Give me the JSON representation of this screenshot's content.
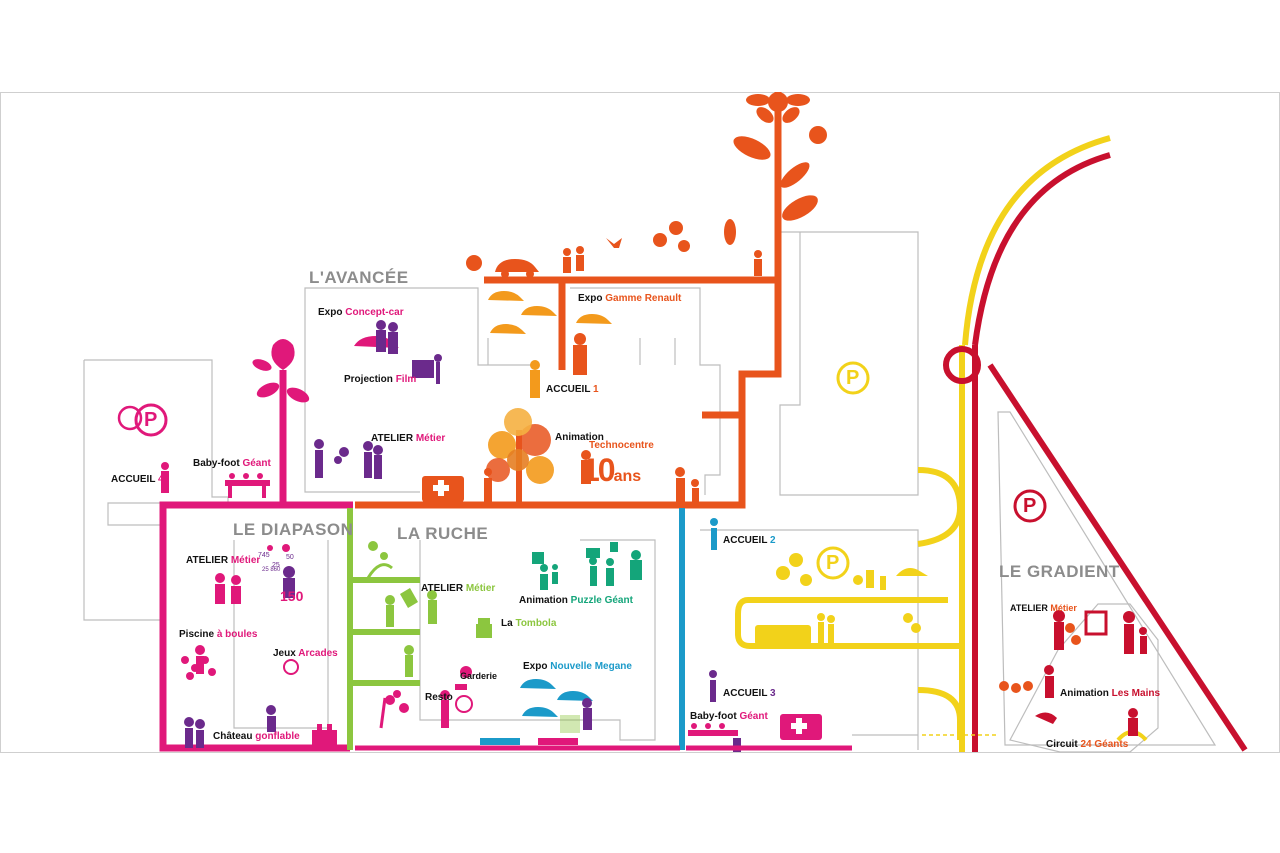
{
  "colors": {
    "orange": "#e8541c",
    "orange_light": "#f39a1c",
    "magenta": "#e0187a",
    "green": "#8cc63f",
    "blue": "#1b9ac9",
    "yellow": "#f2d21a",
    "red": "#c8102e",
    "purple": "#6b2a8c",
    "grey": "#8c8c8c"
  },
  "zones": {
    "avancee": "L'AVANCÉE",
    "diapason": "LE DIAPASON",
    "ruche": "LA RUCHE",
    "gradient": "LE GRADIENT"
  },
  "parking": {
    "symbol": "P"
  },
  "labels": {
    "expo_concept": {
      "k": "Expo",
      "v": "Concept-car"
    },
    "projection_film": {
      "k": "Projection",
      "v": "Film"
    },
    "atelier_avancee": {
      "k": "ATELIER",
      "v": "Métier"
    },
    "expo_gamme": {
      "k": "Expo",
      "v": "Gamme Renault"
    },
    "accueil_1": {
      "k": "ACCUEIL",
      "v": "1"
    },
    "animation_techno": {
      "k": "Animation",
      "v": "Technocentre"
    },
    "ten_ans": {
      "num": "10",
      "unit": "ans"
    },
    "accueil_4": {
      "k": "ACCUEIL",
      "v": "4"
    },
    "babyfoot_geant_1": {
      "k": "Baby-foot",
      "v": "Géant"
    },
    "atelier_diapason": {
      "k": "ATELIER",
      "v": "Métier"
    },
    "piscine": {
      "k": "Piscine",
      "v": "à boules"
    },
    "jeux_arcades": {
      "k": "Jeux",
      "v": "Arcades"
    },
    "chateau": {
      "k": "Château",
      "v": "gonflable"
    },
    "score_150": "150",
    "score_small": [
      "745",
      "25",
      "50",
      "25 860"
    ],
    "atelier_ruche": {
      "k": "ATELIER",
      "v": "Métier"
    },
    "animation_puzzle": {
      "k": "Animation",
      "v": "Puzzle Géant"
    },
    "tombola": {
      "k": "La",
      "v": "Tombola"
    },
    "garderie": {
      "k": "Garderie",
      "v": ""
    },
    "expo_megane": {
      "k": "Expo",
      "v": "Nouvelle Megane"
    },
    "resto": {
      "k": "Resto",
      "v": ""
    },
    "accueil_2": {
      "k": "ACCUEIL",
      "v": "2"
    },
    "accueil_3": {
      "k": "ACCUEIL",
      "v": "3"
    },
    "babyfoot_geant_2": {
      "k": "Baby-foot",
      "v": "Géant"
    },
    "atelier_gradient": {
      "k": "ATELIER",
      "v": "Métier"
    },
    "animation_mains": {
      "k": "Animation",
      "v": "Les Mains"
    },
    "circuit": {
      "k": "Circuit",
      "v": "24 Géants"
    }
  }
}
